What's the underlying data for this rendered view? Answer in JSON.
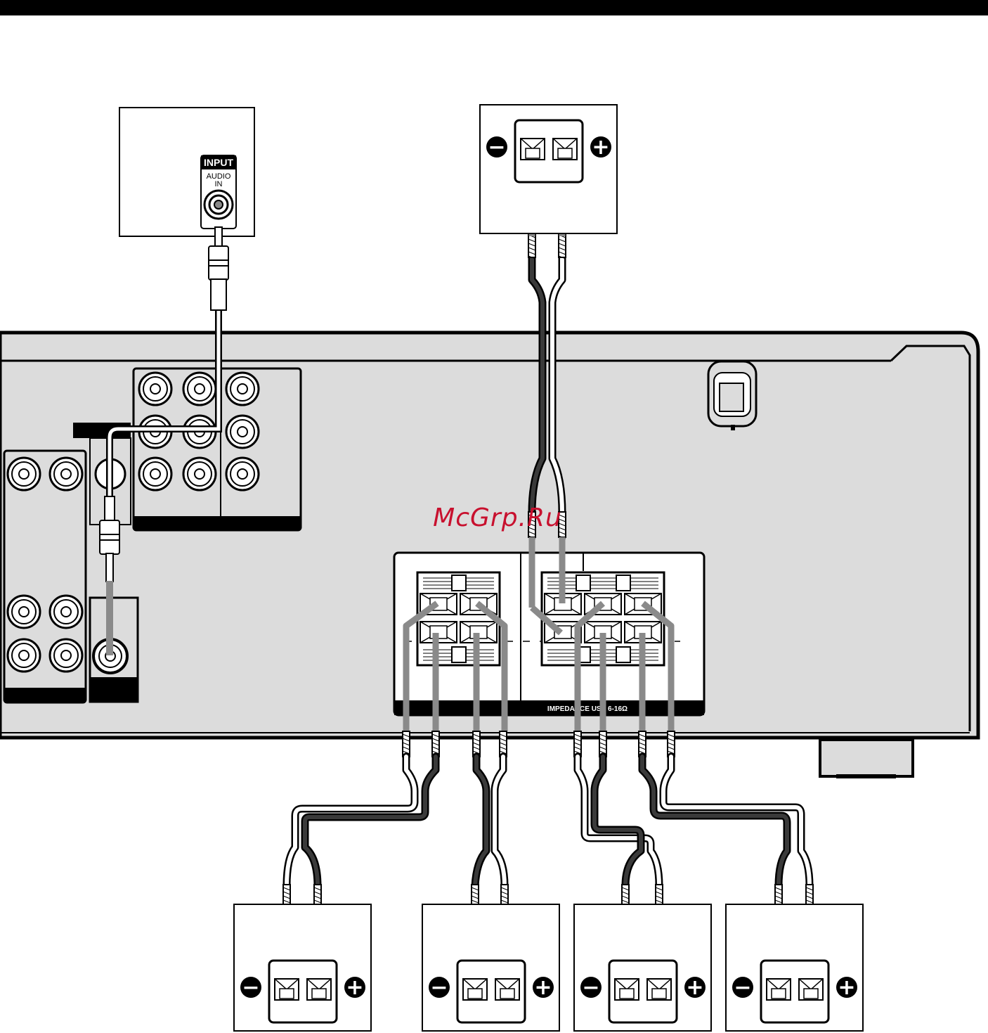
{
  "subwoofer": {
    "input_label": "INPUT",
    "audio_label": "AUDIO",
    "in_label": "IN"
  },
  "speaker_panel": {
    "impedance_label": "IMPEDANCE USE 6-16Ω"
  },
  "watermark": "McGrp.Ru",
  "polarity": {
    "minus": "−",
    "plus": "+"
  },
  "colors": {
    "panel": "#dcdcdc",
    "cable_dark": "#3a3a3a",
    "cable_light": "#ffffff",
    "jack": "#8a8a8a",
    "watermark": "#c8102e"
  }
}
